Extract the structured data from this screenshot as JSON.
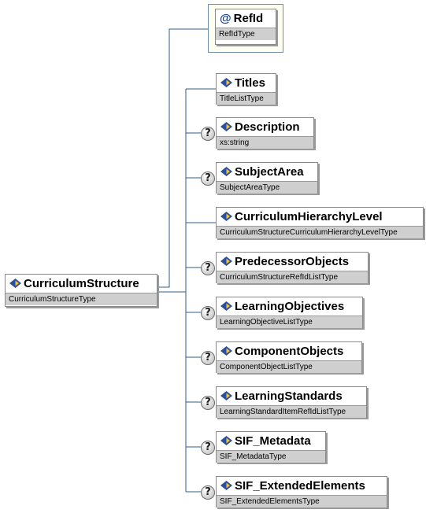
{
  "root": {
    "name": "CurriculumStructure",
    "type": "CurriculumStructureType",
    "icon": "element-icon"
  },
  "attribute": {
    "name": "RefId",
    "type": "RefIdType",
    "icon": "attribute-icon"
  },
  "children": [
    {
      "name": "Titles",
      "type": "TitleListType",
      "optional": false
    },
    {
      "name": "Description",
      "type": "xs:string",
      "optional": true
    },
    {
      "name": "SubjectArea",
      "type": "SubjectAreaType",
      "optional": true
    },
    {
      "name": "CurriculumHierarchyLevel",
      "type": "CurriculumStructureCurriculumHierarchyLevelType",
      "optional": false
    },
    {
      "name": "PredecessorObjects",
      "type": "CurriculumStructureRefIdListType",
      "optional": true
    },
    {
      "name": "LearningObjectives",
      "type": "LearningObjectiveListType",
      "optional": true
    },
    {
      "name": "ComponentObjects",
      "type": "ComponentObjectListType",
      "optional": true
    },
    {
      "name": "LearningStandards",
      "type": "LearningStandardItemRefIdListType",
      "optional": true
    },
    {
      "name": "SIF_Metadata",
      "type": "SIF_MetadataType",
      "optional": true
    },
    {
      "name": "SIF_ExtendedElements",
      "type": "SIF_ExtendedElementsType",
      "optional": true
    }
  ],
  "optional_marker": "?",
  "colors": {
    "connector": "#2f5b86",
    "type_bar": "#cfcfcf",
    "attribute_bg": "#fffff2"
  }
}
